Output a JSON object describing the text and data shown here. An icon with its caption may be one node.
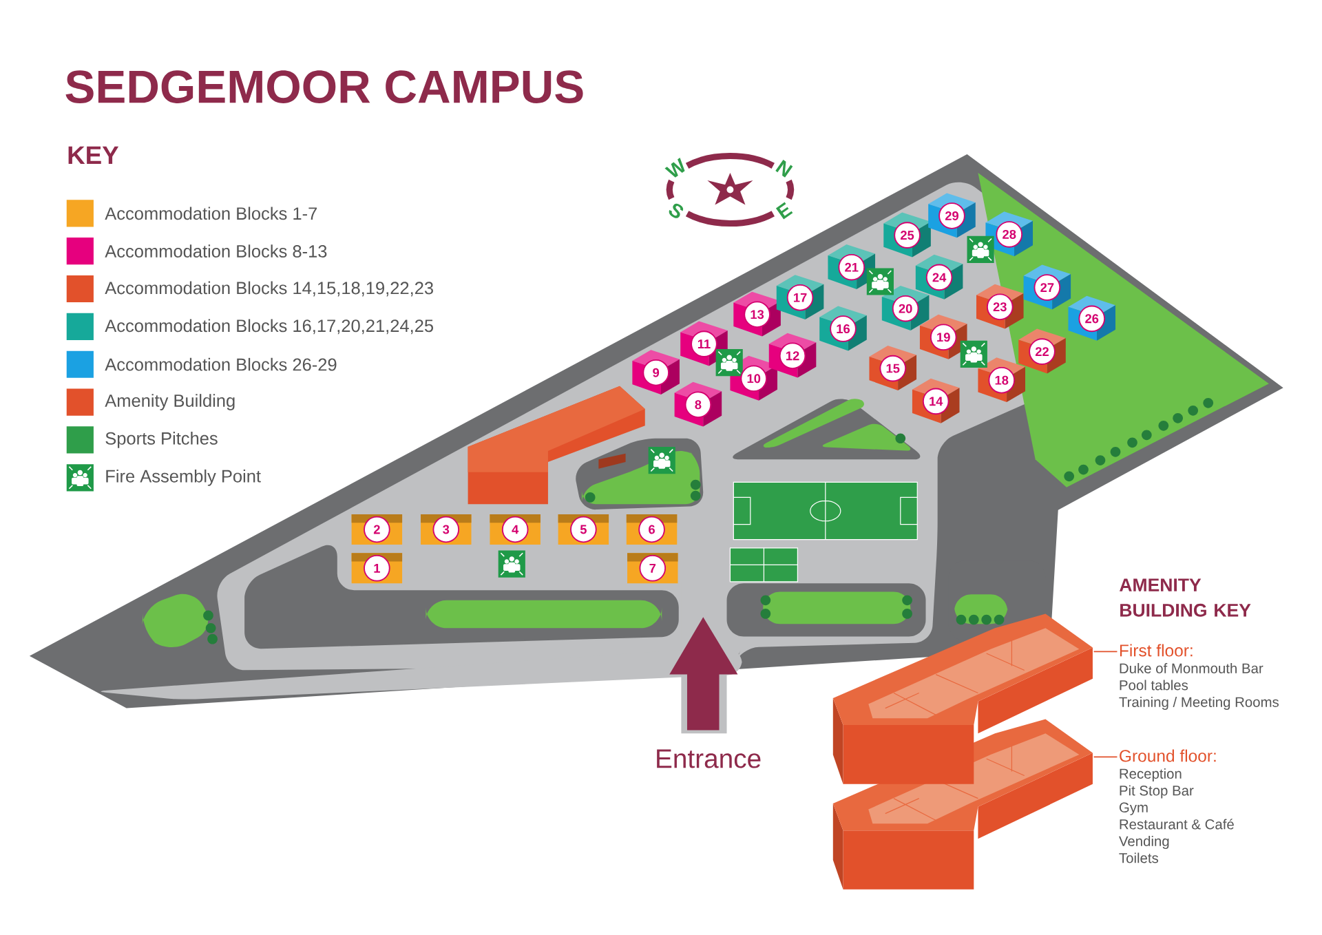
{
  "diagram": {
    "title": "SEDGEMOOR CAMPUS",
    "nodes": [
      {
        "text": [
          "1"
        ]
      },
      {
        "text": [
          "2"
        ]
      },
      {
        "text": [
          "3"
        ]
      },
      {
        "text": [
          "4"
        ]
      },
      {
        "text": [
          "5"
        ]
      },
      {
        "text": [
          "6"
        ]
      },
      {
        "text": [
          "7"
        ]
      },
      {
        "text": [
          "8"
        ]
      },
      {
        "text": [
          "9"
        ]
      },
      {
        "text": [
          "10"
        ]
      },
      {
        "text": [
          "11"
        ]
      },
      {
        "text": [
          "12"
        ]
      },
      {
        "text": [
          "13"
        ]
      },
      {
        "text": [
          "14"
        ]
      },
      {
        "text": [
          "15"
        ]
      },
      {
        "text": [
          "16"
        ]
      },
      {
        "text": [
          "17"
        ]
      },
      {
        "text": [
          "18"
        ]
      },
      {
        "text": [
          "19"
        ]
      },
      {
        "text": [
          "20"
        ]
      },
      {
        "text": [
          "21"
        ]
      },
      {
        "text": [
          "22"
        ]
      },
      {
        "text": [
          "23"
        ]
      },
      {
        "text": [
          "24"
        ]
      },
      {
        "text": [
          "25"
        ]
      },
      {
        "text": [
          "26"
        ]
      },
      {
        "text": [
          "27"
        ]
      },
      {
        "text": [
          "28"
        ]
      },
      {
        "text": [
          "29"
        ]
      },
      {
        "text": [
          "First floor:",
          "Duke of Monmouth Bar",
          "Pool tables",
          "Training / Meeting Rooms"
        ]
      },
      {
        "text": [],
        "shape": "picture"
      },
      {
        "text": [
          "Ground floor:",
          "Reception",
          "Pit Stop Bar",
          "Gym",
          "Restaurant & Café",
          "Vending",
          "Toilets"
        ]
      },
      {
        "text": [],
        "shape": "picture"
      }
    ],
    "edges": [
      {
        "from": 29,
        "to": 30,
        "arrow": "none"
      },
      {
        "from": 31,
        "to": 32,
        "arrow": "none"
      }
    ],
    "labels": [
      "KEY",
      "W",
      "N",
      "S",
      "E",
      "Entrance",
      "AMENITY BUILDING KEY"
    ],
    "legend": [
      {
        "text": "Accommodation Blocks 1-7",
        "color": "#f6a623"
      },
      {
        "text": "Accommodation Blocks 8-13",
        "color": "#e6007e"
      },
      {
        "text": "Accommodation Blocks 14,15,18,19,22,23",
        "color": "#e2512b"
      },
      {
        "text": "Accommodation Blocks 16,17,20,21,24,25",
        "color": "#16a99a"
      },
      {
        "text": "Accommodation Blocks 26-29",
        "color": "#1ba1e2"
      },
      {
        "text": "Amenity Building",
        "color": "#e2512b"
      },
      {
        "text": "Sports Pitches",
        "color": "#2f9e4a"
      },
      {
        "text": "Fire Assembly Point"
      }
    ]
  }
}
